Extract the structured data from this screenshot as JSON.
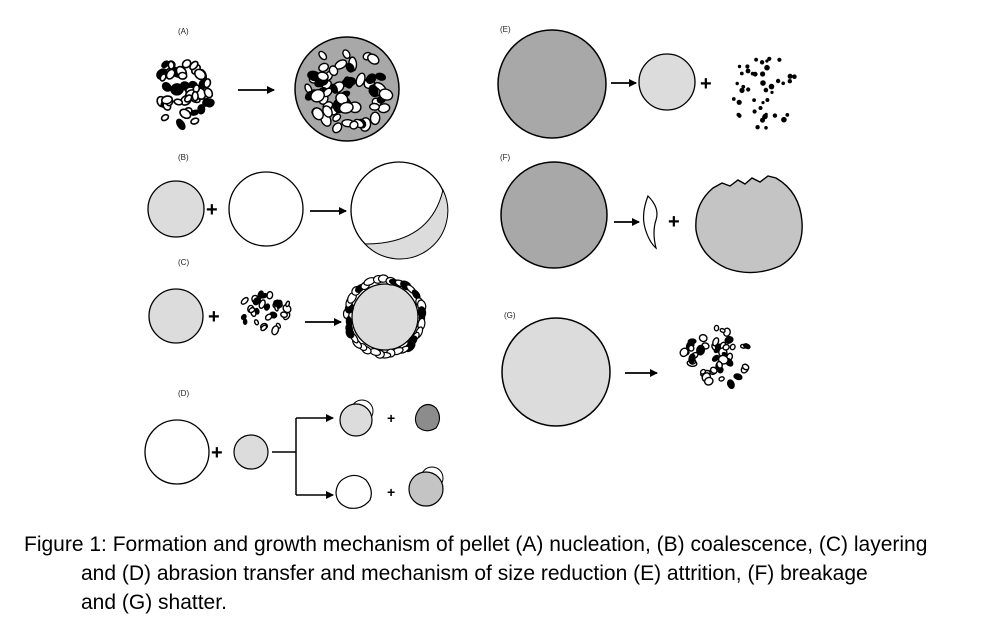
{
  "panels": [
    {
      "label": "(A)"
    },
    {
      "label": "(B)"
    },
    {
      "label": "(C)"
    },
    {
      "label": "(D)"
    },
    {
      "label": "(E)"
    },
    {
      "label": "(F)"
    },
    {
      "label": "(G)"
    }
  ],
  "caption": {
    "line1": "Figure 1: Formation and growth mechanism of pellet (A) nucleation, (B) coalescence, (C) layering",
    "line2": "and (D) abrasion transfer and mechanism of size reduction (E) attrition, (F) breakage",
    "line3": "and (G) shatter."
  },
  "colors": {
    "light_fill": "#dcdcdc",
    "dark_fill": "#a8a8a8",
    "mid_fill": "#c4c4c4",
    "outline": "#000000"
  }
}
